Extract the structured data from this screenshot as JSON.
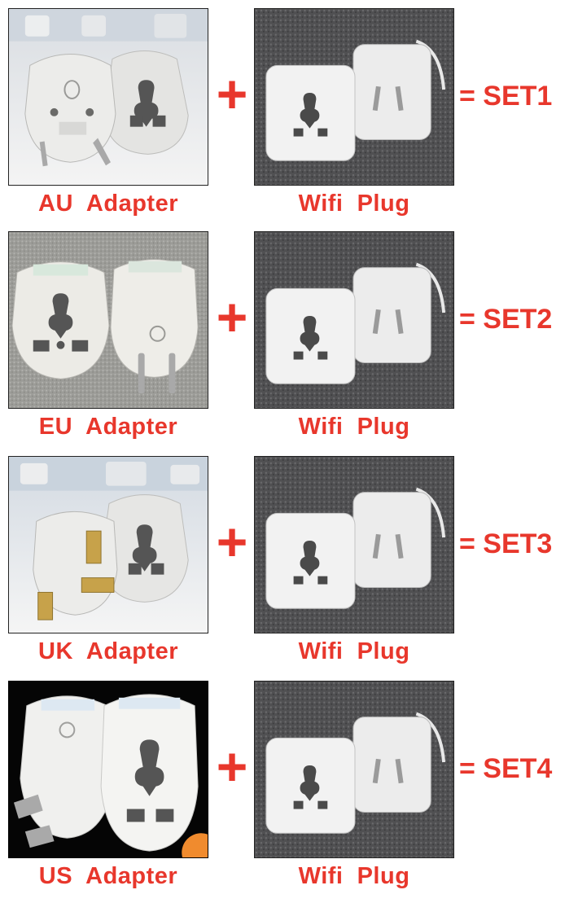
{
  "theme": {
    "accent": "#e8372c"
  },
  "rows": [
    {
      "adapter_label": "AU  Adapter",
      "wifi_label": "Wifi  Plug",
      "plus": "+",
      "set_label": "= SET1"
    },
    {
      "adapter_label": "EU  Adapter",
      "wifi_label": "Wifi  Plug",
      "plus": "+",
      "set_label": "= SET2"
    },
    {
      "adapter_label": "UK  Adapter",
      "wifi_label": "Wifi  Plug",
      "plus": "+",
      "set_label": "= SET3"
    },
    {
      "adapter_label": "US  Adapter",
      "wifi_label": "Wifi  Plug",
      "plus": "+",
      "set_label": "= SET4"
    }
  ]
}
